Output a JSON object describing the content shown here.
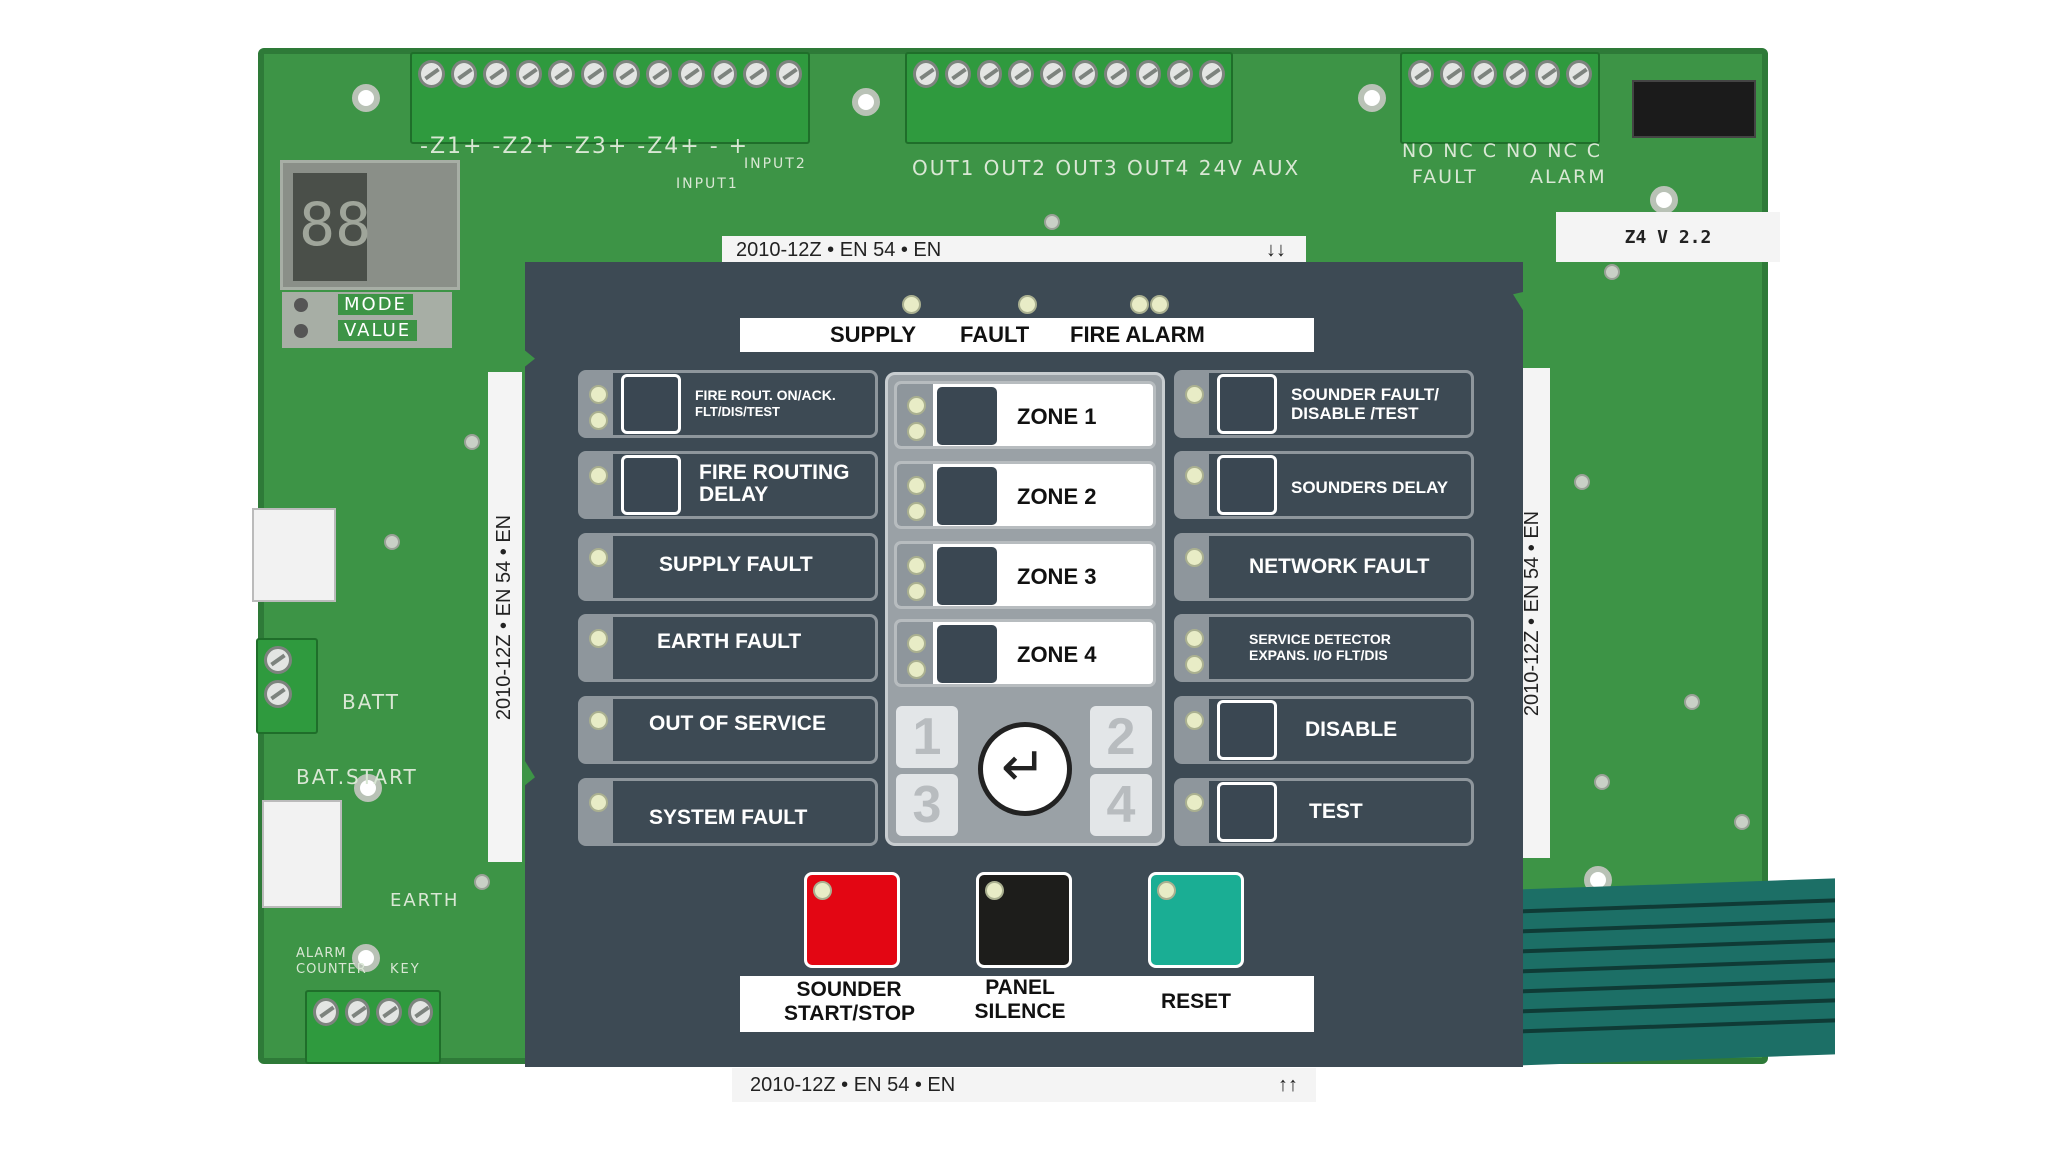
{
  "pcb": {
    "terminal_labels_left": "-Z1+ -Z2+ -Z3+ -Z4+ - +",
    "input1": "INPUT1",
    "input2": "INPUT2",
    "terminal_labels_mid": "OUT1 OUT2 OUT3 OUT4 24V AUX",
    "relay_top": "NO NC C NO NC C",
    "fault": "FAULT",
    "alarm": "ALARM",
    "version": "Z4 V 2.2",
    "mode": "MODE",
    "value": "VALUE",
    "batt": "BATT",
    "bat_start": "BAT.START",
    "earth": "EARTH",
    "alarm_counter": "ALARM COUNTER",
    "key": "KEY",
    "seg_digits": "88"
  },
  "labels": {
    "standard": "2010-12Z • EN 54 • EN",
    "arrows_down": "↓↓",
    "arrows_up": "↑↑"
  },
  "panel": {
    "status": {
      "supply": "SUPPLY",
      "fault": "FAULT",
      "fire_alarm": "FIRE ALARM"
    },
    "left": [
      {
        "line1": "FIRE ROUT. ON/ACK.",
        "line2": "FLT/DIS/TEST"
      },
      {
        "line1": "FIRE ROUTING",
        "line2": "DELAY"
      },
      {
        "line1": "SUPPLY FAULT"
      },
      {
        "line1": "EARTH FAULT"
      },
      {
        "line1": "OUT OF SERVICE"
      },
      {
        "line1": "SYSTEM FAULT"
      }
    ],
    "zones": [
      "ZONE 1",
      "ZONE 2",
      "ZONE 3",
      "ZONE 4"
    ],
    "numpad": [
      "1",
      "2",
      "3",
      "4"
    ],
    "enter_symbol": "↵",
    "right": [
      {
        "line1": "SOUNDER FAULT/",
        "line2": "DISABLE /TEST"
      },
      {
        "line1": "SOUNDERS DELAY"
      },
      {
        "line1": "NETWORK FAULT"
      },
      {
        "line1": "SERVICE DETECTOR",
        "line2": "EXPANS. I/O FLT/DIS"
      },
      {
        "line1": "DISABLE"
      },
      {
        "line1": "TEST"
      }
    ],
    "controls": [
      {
        "line1": "SOUNDER",
        "line2": "START/STOP",
        "color": "#e30613"
      },
      {
        "line1": "PANEL",
        "line2": "SILENCE",
        "color": "#1d1d1b"
      },
      {
        "line1": "RESET",
        "color": "#1aae94"
      }
    ]
  }
}
